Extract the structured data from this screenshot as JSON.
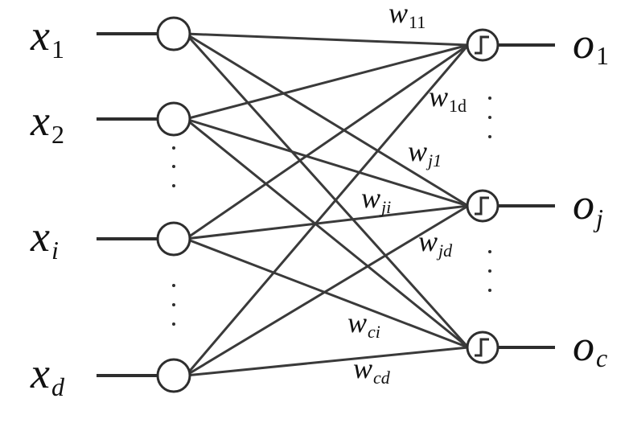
{
  "inputs": [
    {
      "var": "x",
      "sub": "1",
      "sub_italic": false
    },
    {
      "var": "x",
      "sub": "2",
      "sub_italic": false
    },
    {
      "var": "x",
      "sub": "i",
      "sub_italic": true
    },
    {
      "var": "x",
      "sub": "d",
      "sub_italic": true
    }
  ],
  "outputs": [
    {
      "var": "o",
      "sub": "1",
      "sub_italic": false
    },
    {
      "var": "o",
      "sub": "j",
      "sub_italic": true
    },
    {
      "var": "o",
      "sub": "c",
      "sub_italic": true
    }
  ],
  "weights": {
    "w11": {
      "var": "w",
      "sub": "11"
    },
    "w1d": {
      "var": "w",
      "sub": "1d"
    },
    "wj1": {
      "var": "w",
      "sub": "j1"
    },
    "wji": {
      "var": "w",
      "sub": "ji"
    },
    "wjd": {
      "var": "w",
      "sub": "jd"
    },
    "wci": {
      "var": "w",
      "sub": "ci"
    },
    "wcd": {
      "var": "w",
      "sub": "cd"
    }
  },
  "colors": {
    "line": "#3a3a3a",
    "node_stroke": "#2e2e2e",
    "text": "#111111",
    "background": "#ffffff"
  },
  "output_unit_icon": "step-function-icon"
}
